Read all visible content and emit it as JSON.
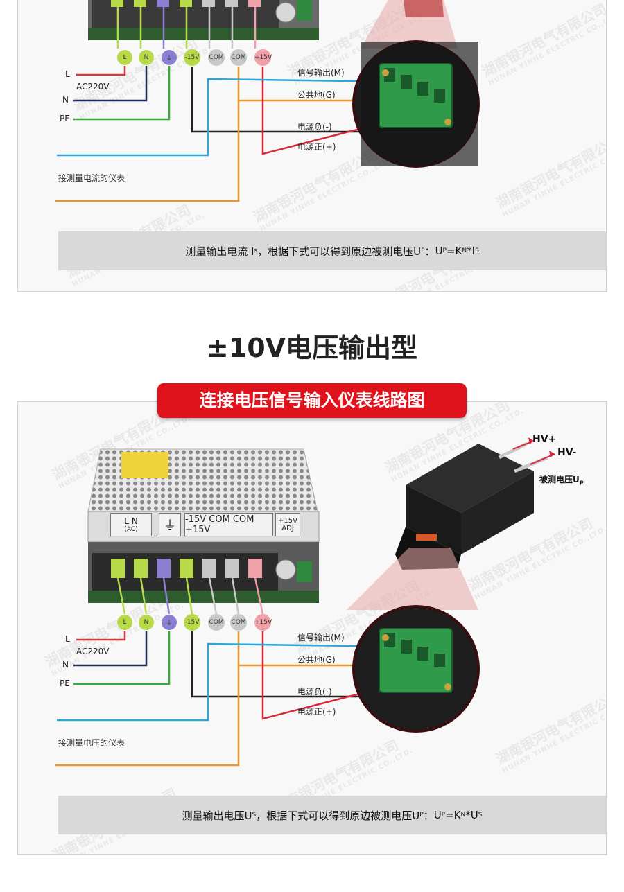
{
  "current_section": {
    "wire_labels": {
      "L": "L",
      "N": "N",
      "PE": "PE",
      "ac": "AC220V",
      "signal_out": "信号输出(M)",
      "common_ground": "公共地(G)",
      "power_neg": "电源负(-)",
      "power_pos": "电源正(+)",
      "meter": "接测量电流的仪表"
    },
    "terminals": [
      "L",
      "N",
      "⏚",
      "-15V",
      "COM",
      "COM",
      "+15V"
    ],
    "formula": {
      "prefix": "测量输出电流 I",
      "prefix_sub": "s",
      "middle": "，根据下式可以得到原边被测电压U",
      "middle_sub": "P",
      "colon": " ：  ",
      "lhs": "U",
      "lhs_sub": "P",
      "eq": " =K",
      "eq_sub": "N",
      "rhs": " *I",
      "rhs_sub": "S"
    }
  },
  "voltage_section": {
    "title": "±10V电压输出型",
    "banner": "连接电压信号输入仪表线路图",
    "psu_label": {
      "ln": "L    N",
      "ac": "(AC)",
      "ground": "⏚",
      "rails": "-15V COM COM +15V",
      "adj_top": "+15V",
      "adj_bottom": "ADJ"
    },
    "wire_labels": {
      "L": "L",
      "N": "N",
      "PE": "PE",
      "ac": "AC220V",
      "signal_out": "信号输出(M)",
      "common_ground": "公共地(G)",
      "power_neg": "电源负(-)",
      "power_pos": "电源正(+)",
      "meter": "接测量电压的仪表"
    },
    "terminals": [
      "L",
      "N",
      "⏚",
      "-15V",
      "COM",
      "COM",
      "+15V"
    ],
    "hv_plus": "HV+",
    "hv_minus": "HV-",
    "measured": "被测电压U",
    "measured_sub": "P",
    "formula": {
      "prefix": "测量输出电压U",
      "prefix_sub": "S",
      "middle": "，根据下式可以得到原边被测电压U",
      "middle_sub": "P",
      "colon": " ：  ",
      "lhs": "U",
      "lhs_sub": "P",
      "eq": " =K",
      "eq_sub": "N",
      "rhs": " *U",
      "rhs_sub": "S"
    }
  },
  "watermark": {
    "cn": "湖南银河电气有限公司",
    "en": "HUNAN YINHE ELECTRIC CO.,LTD."
  },
  "colors": {
    "wire_L": "#d33a3a",
    "wire_N": "#1f2a5c",
    "wire_PE": "#3aa83a",
    "wire_signal": "#2aa7d8",
    "wire_common": "#e6962c",
    "wire_neg": "#222222",
    "wire_pos": "#d8263a",
    "banner": "#e0121c",
    "terminal_green": "#b8d94a",
    "terminal_blue": "#8a7fd0",
    "terminal_gray": "#c8c8c8",
    "terminal_pink": "#f0a0a8"
  }
}
